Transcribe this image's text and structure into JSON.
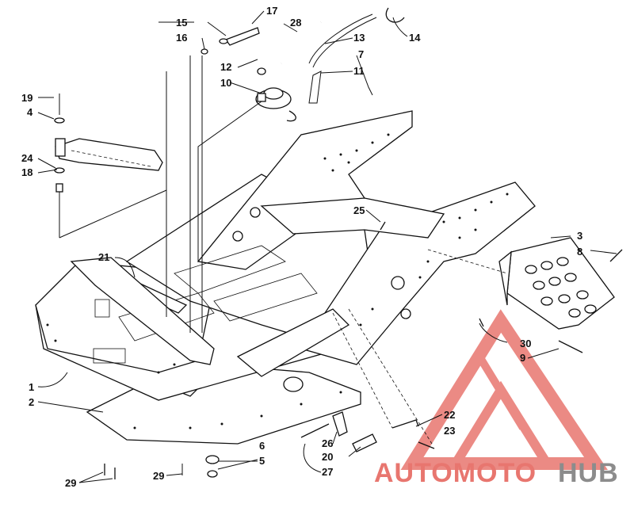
{
  "callouts": {
    "c1": "1",
    "c2": "2",
    "c3": "3",
    "c4": "4",
    "c5": "5",
    "c6": "6",
    "c7": "7",
    "c8": "8",
    "c9": "9",
    "c10": "10",
    "c11": "11",
    "c12": "12",
    "c13": "13",
    "c14": "14",
    "c15": "15",
    "c16": "16",
    "c17": "17",
    "c18": "18",
    "c19": "19",
    "c20": "20",
    "c21": "21",
    "c22": "22",
    "c23": "23",
    "c24": "24",
    "c25": "25",
    "c26": "26",
    "c27": "27",
    "c28": "28",
    "c29a": "29",
    "c29b": "29",
    "c30": "30"
  },
  "watermark": {
    "part1": "AUTOMOTO",
    "part2": "HUB",
    "color_primary": "#e8766f",
    "color_yellow": "#f2c27a",
    "color_gray": "#8c8c8c"
  }
}
